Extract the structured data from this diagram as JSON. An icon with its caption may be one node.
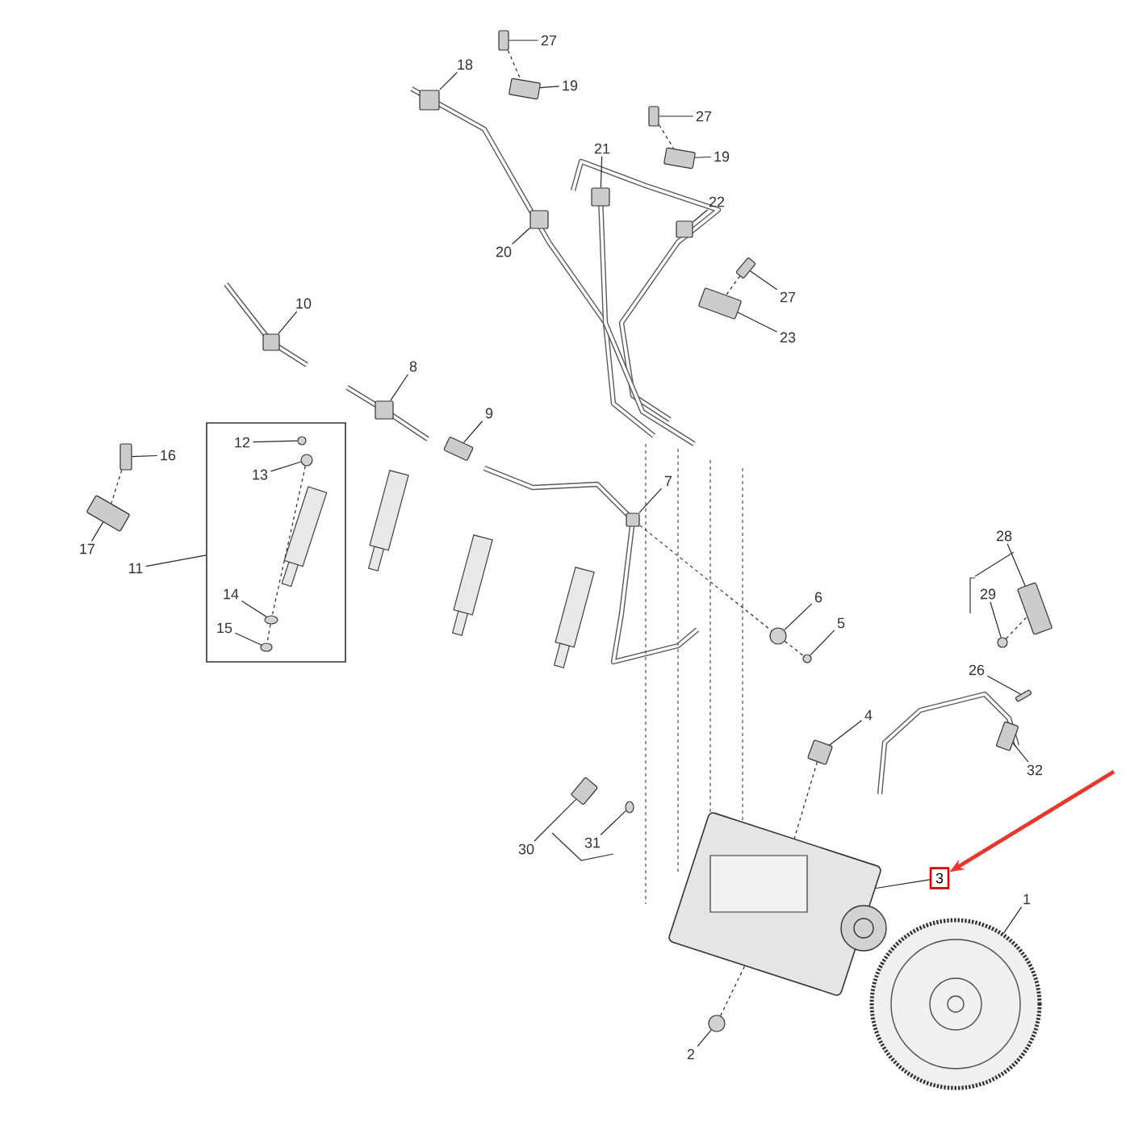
{
  "diagram": {
    "nodes": [
      {
        "text": [
          "27"
        ]
      },
      {
        "text": [],
        "shape": "box"
      },
      {
        "text": [
          "18"
        ]
      },
      {
        "text": [],
        "shape": "box"
      },
      {
        "text": [
          "19"
        ]
      },
      {
        "text": [],
        "shape": "box"
      },
      {
        "text": [
          "27"
        ]
      },
      {
        "text": [],
        "shape": "box"
      },
      {
        "text": [
          "21"
        ]
      },
      {
        "text": [],
        "shape": "box"
      },
      {
        "text": [
          "19"
        ]
      },
      {
        "text": [],
        "shape": "box"
      },
      {
        "text": [
          "22"
        ]
      },
      {
        "text": [],
        "shape": "box"
      },
      {
        "text": [
          "20"
        ]
      },
      {
        "text": [],
        "shape": "box"
      },
      {
        "text": [
          "27"
        ]
      },
      {
        "text": [],
        "shape": "box"
      },
      {
        "text": [
          "10"
        ]
      },
      {
        "text": [],
        "shape": "box"
      },
      {
        "text": [
          "23"
        ]
      },
      {
        "text": [],
        "shape": "box"
      },
      {
        "text": [
          "8"
        ]
      },
      {
        "text": [],
        "shape": "box"
      },
      {
        "text": [
          "9"
        ]
      },
      {
        "text": [],
        "shape": "box"
      },
      {
        "text": [],
        "shape": "box"
      },
      {
        "text": [
          "12"
        ],
        "in": 26
      },
      {
        "text": [],
        "shape": "circle",
        "in": 26
      },
      {
        "text": [
          "13"
        ],
        "in": 26
      },
      {
        "text": [],
        "shape": "circle",
        "in": 26
      },
      {
        "text": [
          "16"
        ]
      },
      {
        "text": [],
        "shape": "box"
      },
      {
        "text": [
          "7"
        ]
      },
      {
        "text": [],
        "shape": "box"
      },
      {
        "text": [
          "28"
        ]
      },
      {
        "text": [],
        "shape": "box"
      },
      {
        "text": [
          "17"
        ]
      },
      {
        "text": [],
        "shape": "box"
      },
      {
        "text": [
          "11"
        ]
      },
      {
        "text": [
          "29"
        ]
      },
      {
        "text": [],
        "shape": "circle"
      },
      {
        "text": [
          "14"
        ],
        "in": 26
      },
      {
        "text": [],
        "shape": "circle",
        "in": 26
      },
      {
        "text": [
          "6"
        ]
      },
      {
        "text": [],
        "shape": "circle"
      },
      {
        "text": [
          "5"
        ]
      },
      {
        "text": [],
        "shape": "circle"
      },
      {
        "text": [
          "15"
        ],
        "in": 26
      },
      {
        "text": [],
        "shape": "circle",
        "in": 26
      },
      {
        "text": [
          "26"
        ]
      },
      {
        "text": [],
        "shape": "box"
      },
      {
        "text": [
          "4"
        ]
      },
      {
        "text": [],
        "shape": "box"
      },
      {
        "text": [
          "32"
        ]
      },
      {
        "text": [],
        "shape": "box"
      },
      {
        "text": [
          "30"
        ]
      },
      {
        "text": [],
        "shape": "box"
      },
      {
        "text": [
          "31"
        ]
      },
      {
        "text": [],
        "shape": "circle"
      },
      {
        "text": [
          "3"
        ]
      },
      {
        "text": [],
        "shape": "picture"
      },
      {
        "text": [
          "1"
        ]
      },
      {
        "text": [],
        "shape": "picture"
      },
      {
        "text": [
          "2"
        ]
      },
      {
        "text": [],
        "shape": "circle"
      }
    ],
    "edges": [
      {
        "from": 0,
        "to": 1,
        "arrow": "none"
      },
      {
        "from": 2,
        "to": 3,
        "arrow": "none"
      },
      {
        "from": 4,
        "to": 5,
        "arrow": "none"
      },
      {
        "from": 6,
        "to": 7,
        "arrow": "none"
      },
      {
        "from": 8,
        "to": 9,
        "arrow": "none"
      },
      {
        "from": 10,
        "to": 11,
        "arrow": "none"
      },
      {
        "from": 12,
        "to": 13,
        "arrow": "none"
      },
      {
        "from": 14,
        "to": 15,
        "arrow": "none"
      },
      {
        "from": 16,
        "to": 17,
        "arrow": "none"
      },
      {
        "from": 18,
        "to": 19,
        "arrow": "none"
      },
      {
        "from": 20,
        "to": 21,
        "arrow": "none"
      },
      {
        "from": 22,
        "to": 23,
        "arrow": "none"
      },
      {
        "from": 24,
        "to": 25,
        "arrow": "none"
      },
      {
        "from": 27,
        "to": 28,
        "arrow": "none"
      },
      {
        "from": 29,
        "to": 30,
        "arrow": "none"
      },
      {
        "from": 31,
        "to": 32,
        "arrow": "none"
      },
      {
        "from": 33,
        "to": 34,
        "arrow": "none"
      },
      {
        "from": 35,
        "to": 36,
        "arrow": "none"
      },
      {
        "from": 37,
        "to": 38,
        "arrow": "none"
      },
      {
        "from": 39,
        "to": 26,
        "arrow": "none"
      },
      {
        "from": 40,
        "to": 41,
        "arrow": "none"
      },
      {
        "from": 42,
        "to": 43,
        "arrow": "none"
      },
      {
        "from": 44,
        "to": 45,
        "arrow": "none"
      },
      {
        "from": 46,
        "to": 47,
        "arrow": "none"
      },
      {
        "from": 48,
        "to": 49,
        "arrow": "none"
      },
      {
        "from": 50,
        "to": 51,
        "arrow": "none"
      },
      {
        "from": 52,
        "to": 53,
        "arrow": "none"
      },
      {
        "from": 54,
        "to": 55,
        "arrow": "none"
      },
      {
        "from": 56,
        "to": 57,
        "arrow": "none"
      },
      {
        "from": 58,
        "to": 59,
        "arrow": "none"
      },
      {
        "from": 60,
        "to": 61,
        "arrow": "none"
      },
      {
        "from": 62,
        "to": 63,
        "arrow": "none"
      },
      {
        "from": 64,
        "to": 65,
        "arrow": "none"
      },
      {
        "from": null,
        "to": 60,
        "arrow": "to",
        "style": "thick",
        "color": "#e8372c"
      },
      {
        "from": 1,
        "to": 5,
        "arrow": "none",
        "style": "dashed"
      },
      {
        "from": 7,
        "to": 11,
        "arrow": "none",
        "style": "dashed"
      },
      {
        "from": 17,
        "to": 21,
        "arrow": "none",
        "style": "dashed"
      },
      {
        "from": 32,
        "to": 38,
        "arrow": "none",
        "style": "dashed"
      },
      {
        "from": 41,
        "to": 36,
        "arrow": "none",
        "style": "dashed"
      },
      {
        "from": 30,
        "to": 43,
        "arrow": "none",
        "style": "dashed"
      },
      {
        "from": 43,
        "to": 49,
        "arrow": "none",
        "style": "dashed"
      },
      {
        "from": 34,
        "to": 45,
        "arrow": "none",
        "style": "dashed"
      },
      {
        "from": 45,
        "to": 47,
        "arrow": "none",
        "style": "dashed"
      },
      {
        "from": 53,
        "to": 61,
        "arrow": "none",
        "style": "dashed"
      },
      {
        "from": 65,
        "to": 61,
        "arrow": "none",
        "style": "dashed"
      }
    ]
  }
}
